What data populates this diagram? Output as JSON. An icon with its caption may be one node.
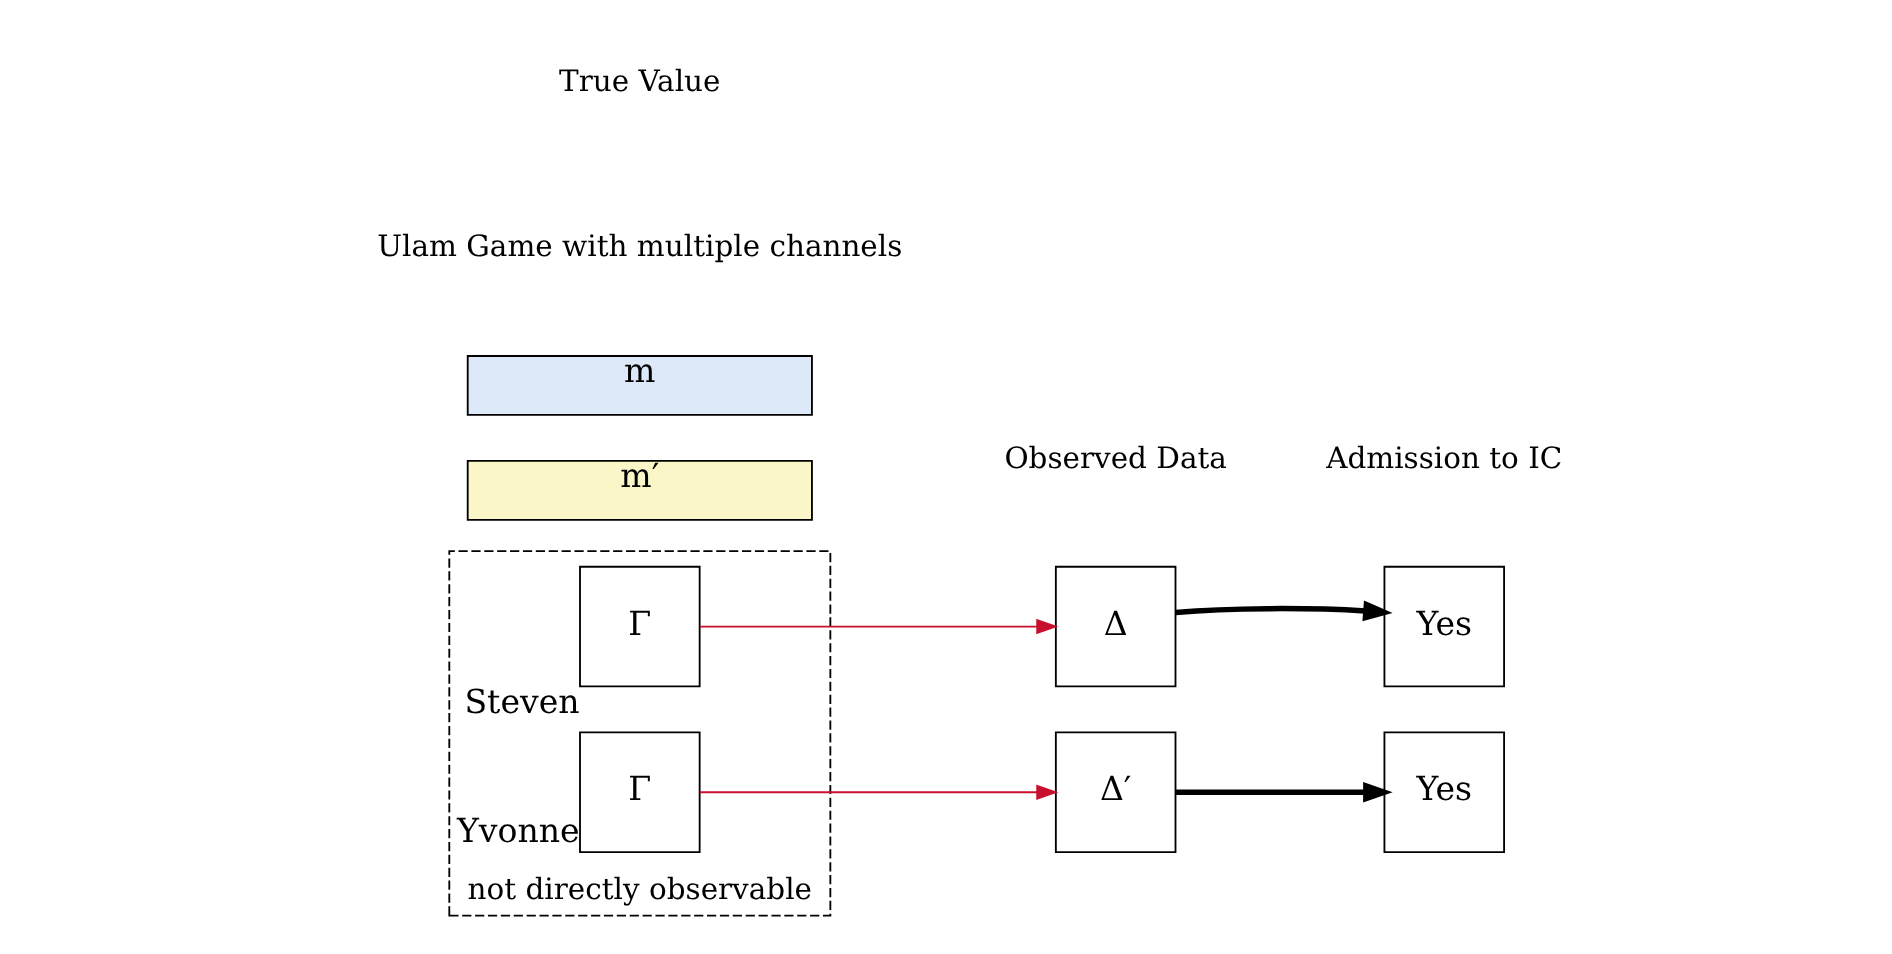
{
  "diagram": {
    "nodes": [
      {
        "text": [
          "not directly observable"
        ]
      },
      {
        "text": [
          "Γ"
        ],
        "in": 0,
        "beside": [
          "Steven"
        ]
      },
      {
        "text": [
          "Γ"
        ],
        "in": 0,
        "beside": [
          "Yvonne"
        ]
      },
      {
        "text": [
          "m"
        ]
      },
      {
        "text": [
          "m′"
        ]
      },
      {
        "text": [
          "Δ"
        ]
      },
      {
        "text": [
          "Δ′"
        ]
      },
      {
        "text": [
          "Yes"
        ]
      },
      {
        "text": [
          "Yes"
        ]
      }
    ],
    "edges": [
      {
        "from": 1,
        "to": 5,
        "arrow": "to",
        "color": "#c8102e"
      },
      {
        "from": 2,
        "to": 6,
        "arrow": "to",
        "color": "#c8102e"
      },
      {
        "from": 5,
        "to": 7,
        "arrow": "to",
        "style": "thick",
        "color": "#000000"
      },
      {
        "from": 6,
        "to": 8,
        "arrow": "to",
        "style": "thick",
        "color": "#000000"
      }
    ],
    "labels": [
      "Ulam Game with multiple channels",
      "True Value",
      "Observed Data",
      "Admission to IC"
    ]
  }
}
